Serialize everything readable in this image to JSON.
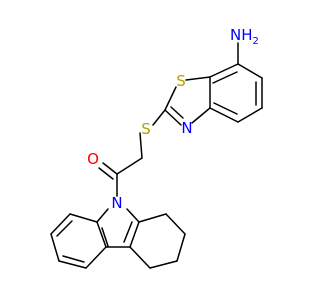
{
  "molecule": {
    "atoms": {
      "amine": {
        "text": "NH",
        "sub": "2",
        "color": "#0000ff"
      },
      "thiazole_s": {
        "text": "S",
        "color": "#b8a000"
      },
      "thioether_s": {
        "text": "S",
        "color": "#b8a000"
      },
      "thiazole_n": {
        "text": "N",
        "color": "#0000ff"
      },
      "carbonyl_o": {
        "text": "O",
        "color": "#ff0000"
      },
      "carbazole_n": {
        "text": "N",
        "color": "#0000ff"
      }
    },
    "bond_color": "#000000"
  }
}
